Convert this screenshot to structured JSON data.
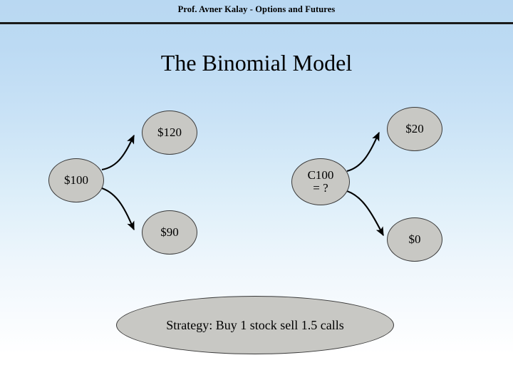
{
  "header": {
    "text": "Prof. Avner Kalay  - Options and Futures"
  },
  "title": "The Binomial Model",
  "nodes": {
    "stock_start": "$100",
    "stock_up": "$120",
    "stock_down": "$90",
    "call_value": "C100\n= ?",
    "call_up": "$20",
    "call_down": "$0"
  },
  "strategy": {
    "text": "Strategy: Buy 1 stock sell 1.5 calls"
  },
  "colors": {
    "node_fill": "#c8c8c4",
    "node_stroke": "#3a3a3a",
    "text": "#000000",
    "rule": "#1a1a1a"
  }
}
